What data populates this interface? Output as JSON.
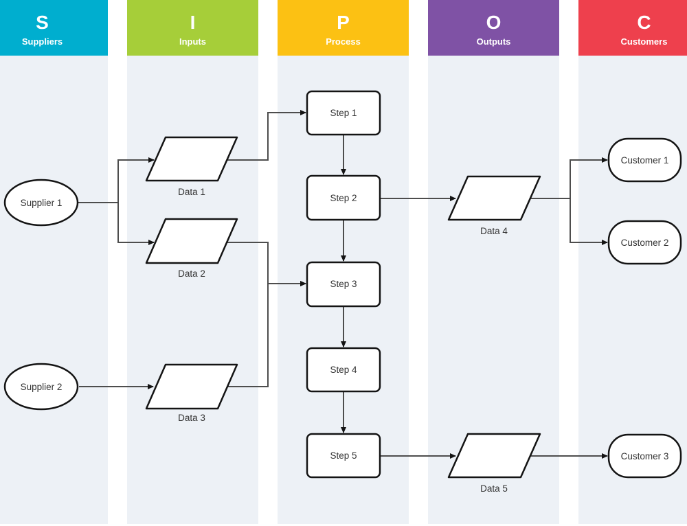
{
  "diagram_type": "SIPOC",
  "lanes": [
    {
      "letter": "S",
      "label": "Suppliers",
      "color": "#00aecf"
    },
    {
      "letter": "I",
      "label": "Inputs",
      "color": "#a6ce39"
    },
    {
      "letter": "P",
      "label": "Process",
      "color": "#fcc113"
    },
    {
      "letter": "O",
      "label": "Outputs",
      "color": "#7f52a5"
    },
    {
      "letter": "C",
      "label": "Customers",
      "color": "#ee404d"
    }
  ],
  "colors": {
    "lane_bg": "#edf1f6",
    "shape_fill": "#ffffff",
    "shape_border": "#141414",
    "connector": "#4d4d4d",
    "text": "#333333"
  },
  "nodes": {
    "supplier1": {
      "label": "Supplier 1",
      "type": "ellipse"
    },
    "supplier2": {
      "label": "Supplier 2",
      "type": "ellipse"
    },
    "data1": {
      "label": "Data 1",
      "type": "parallelogram"
    },
    "data2": {
      "label": "Data 2",
      "type": "parallelogram"
    },
    "data3": {
      "label": "Data 3",
      "type": "parallelogram"
    },
    "data4": {
      "label": "Data 4",
      "type": "parallelogram"
    },
    "data5": {
      "label": "Data 5",
      "type": "parallelogram"
    },
    "step1": {
      "label": "Step 1",
      "type": "process"
    },
    "step2": {
      "label": "Step 2",
      "type": "process"
    },
    "step3": {
      "label": "Step 3",
      "type": "process"
    },
    "step4": {
      "label": "Step 4",
      "type": "process"
    },
    "step5": {
      "label": "Step 5",
      "type": "process"
    },
    "customer1": {
      "label": "Customer 1",
      "type": "terminator"
    },
    "customer2": {
      "label": "Customer 2",
      "type": "terminator"
    },
    "customer3": {
      "label": "Customer 3",
      "type": "terminator"
    }
  },
  "edges": [
    {
      "from": "supplier1",
      "to": "data1"
    },
    {
      "from": "supplier1",
      "to": "data2"
    },
    {
      "from": "supplier2",
      "to": "data3"
    },
    {
      "from": "data1",
      "to": "step1"
    },
    {
      "from": "data2",
      "to": "step3"
    },
    {
      "from": "data3",
      "to": "step3"
    },
    {
      "from": "step1",
      "to": "step2"
    },
    {
      "from": "step2",
      "to": "step3"
    },
    {
      "from": "step3",
      "to": "step4"
    },
    {
      "from": "step4",
      "to": "step5"
    },
    {
      "from": "step2",
      "to": "data4"
    },
    {
      "from": "step5",
      "to": "data5"
    },
    {
      "from": "data4",
      "to": "customer1"
    },
    {
      "from": "data4",
      "to": "customer2"
    },
    {
      "from": "data5",
      "to": "customer3"
    }
  ]
}
